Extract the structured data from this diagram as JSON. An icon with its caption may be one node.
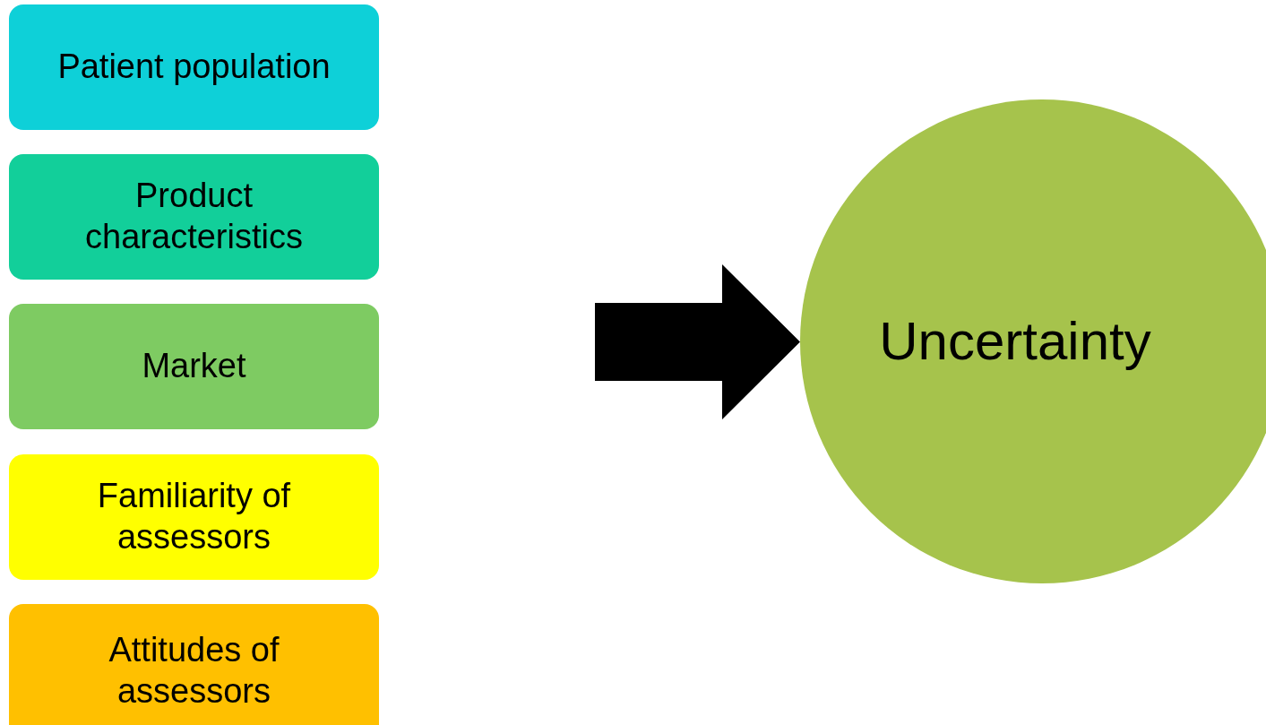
{
  "diagram": {
    "nodes": [
      {
        "text": [
          "Patient population"
        ]
      },
      {
        "text": [
          "Product characteristics"
        ]
      },
      {
        "text": [
          "Market"
        ]
      },
      {
        "text": [
          "Familiarity of assessors"
        ]
      },
      {
        "text": [
          "Attitudes of assessors"
        ]
      },
      {
        "text": [
          "Uncertainty"
        ]
      }
    ],
    "edges": [
      {
        "from": null,
        "to": 5,
        "arrow": "to"
      }
    ]
  }
}
